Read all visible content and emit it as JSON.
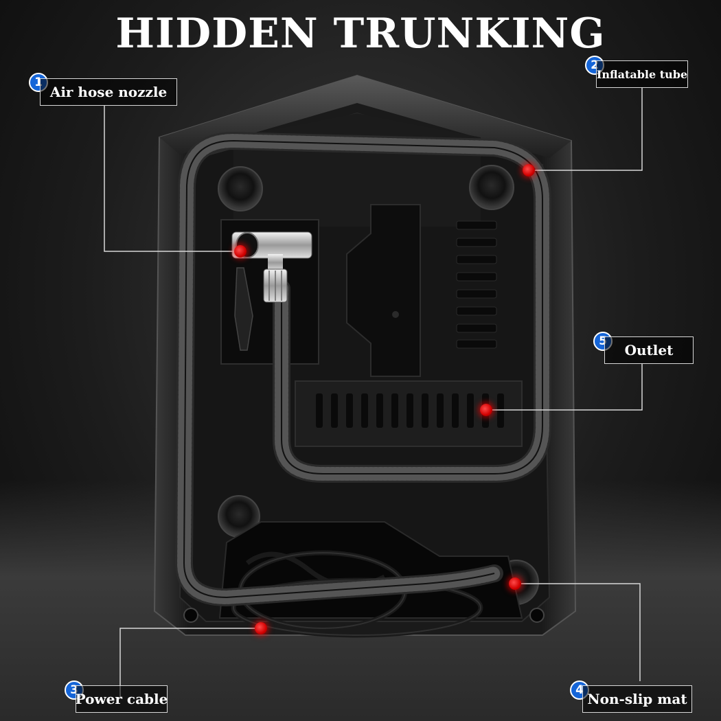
{
  "title": "HIDDEN TRUNKING",
  "callouts": [
    {
      "number": "1",
      "label": "Air hose nozzle"
    },
    {
      "number": "2",
      "label": "Inflatable tube"
    },
    {
      "number": "3",
      "label": "Power cable"
    },
    {
      "number": "4",
      "label": "Non-slip mat"
    },
    {
      "number": "5",
      "label": "Outlet"
    }
  ],
  "colors": {
    "badge": "#1565d8",
    "marker": "#e00000",
    "text": "#ffffff"
  }
}
